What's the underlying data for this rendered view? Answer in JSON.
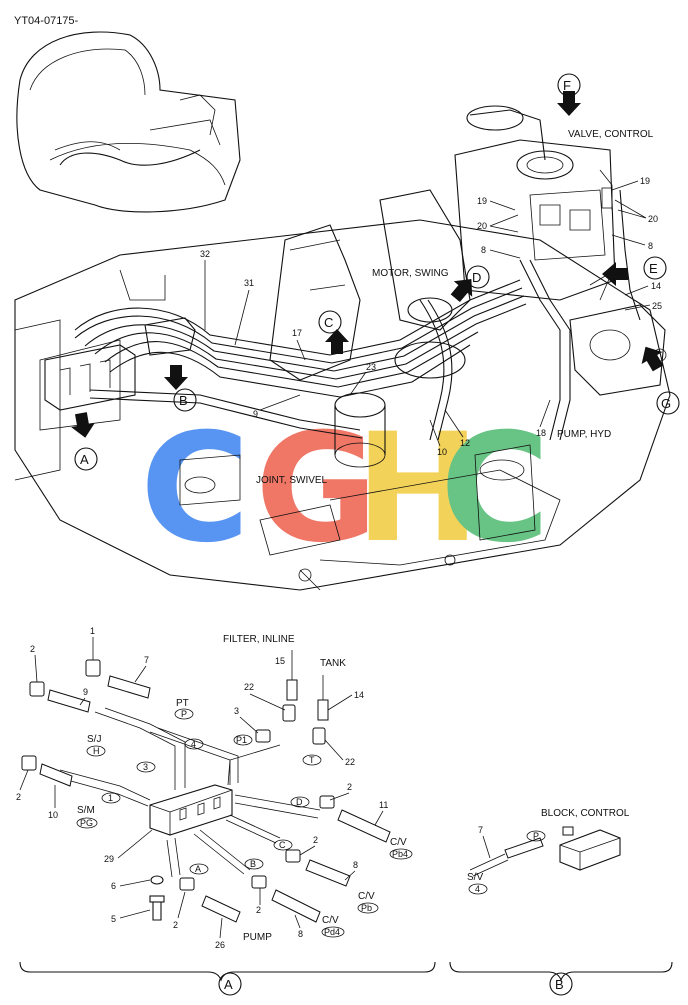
{
  "header": {
    "doc_code": "YT04-07175-"
  },
  "callouts": {
    "A": "A",
    "B": "B",
    "C": "C",
    "D": "D",
    "E": "E",
    "F": "F",
    "G": "G"
  },
  "components": {
    "valve_control": "VALVE, CONTROL",
    "motor_swing": "MOTOR, SWING",
    "pump_hyd": "PUMP, HYD",
    "joint_swivel": "JOINT, SWIVEL",
    "filter_inline": "FILTER, INLINE",
    "tank": "TANK",
    "block_control": "BLOCK, CONTROL",
    "pump": "PUMP"
  },
  "port_labels": {
    "pt": "PT",
    "p": "P",
    "p1": "P1",
    "t": "T",
    "sj": "S/J",
    "h": "H",
    "sm": "S/M",
    "pg": "PG",
    "cv": "C/V",
    "pb4": "Pb4",
    "pb": "Pb",
    "pd4": "Pd4",
    "sv": "S/V",
    "n4": "4",
    "n3": "3",
    "n1": "1",
    "a": "A",
    "b": "B",
    "c": "C",
    "d": "D"
  },
  "part_numbers": {
    "p1": "1",
    "p2": "2",
    "p3": "3",
    "p5": "5",
    "p6": "6",
    "p7": "7",
    "p8": "8",
    "p9": "9",
    "p10": "10",
    "p11": "11",
    "p12": "12",
    "p14": "14",
    "p15": "15",
    "p17": "17",
    "p18": "18",
    "p19": "19",
    "p20": "20",
    "p22": "22",
    "p23": "23",
    "p25": "25",
    "p26": "26",
    "p29": "29",
    "p31": "31",
    "p32": "32"
  },
  "watermark": {
    "letters": [
      "C",
      "G",
      "H",
      "C"
    ],
    "colors": [
      "#4a8cf0",
      "#ef6b5a",
      "#f3cf4c",
      "#5bbf7a"
    ]
  },
  "footer": {
    "left_view": "A",
    "right_view": "B"
  }
}
